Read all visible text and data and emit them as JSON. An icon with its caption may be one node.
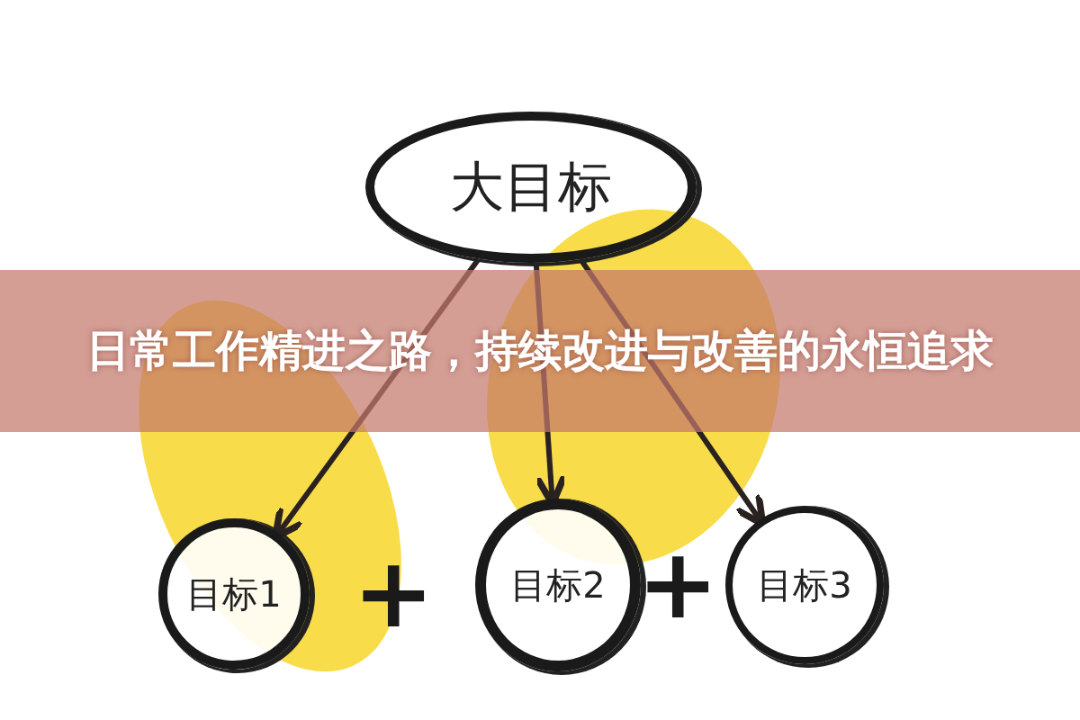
{
  "diagram": {
    "title": "日常工作精进之路，持续改进与改善的永恒追求",
    "nodes": [
      {
        "text": [
          "大目标"
        ]
      },
      {
        "text": [
          "目标1"
        ]
      },
      {
        "text": [
          "目标2"
        ]
      },
      {
        "text": [
          "目标3"
        ]
      }
    ],
    "edges": [
      {
        "from": 0,
        "to": 1,
        "arrow": "to"
      },
      {
        "from": 0,
        "to": 2,
        "arrow": "to"
      },
      {
        "from": 0,
        "to": 3,
        "arrow": "to"
      }
    ],
    "labels": [
      "+",
      "+"
    ]
  }
}
